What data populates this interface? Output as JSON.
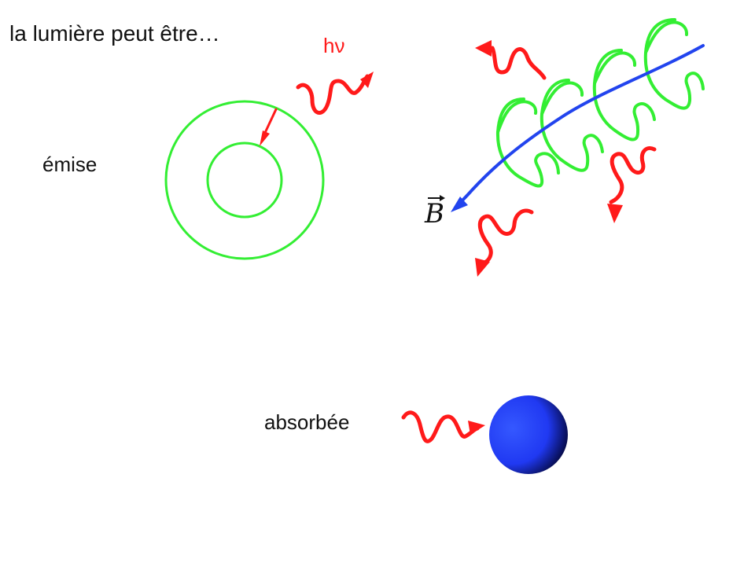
{
  "labels": {
    "title": "la lumière peut être…",
    "emise": "émise",
    "absorbee": "absorbée",
    "photon_energy": "hν",
    "magnetic_field": "B"
  },
  "colors": {
    "orbit": "#33ee33",
    "photon": "#ff1a1a",
    "field_line": "#2244ee",
    "absorber_light": "#2d48ff",
    "absorber_dark": "#000022"
  }
}
